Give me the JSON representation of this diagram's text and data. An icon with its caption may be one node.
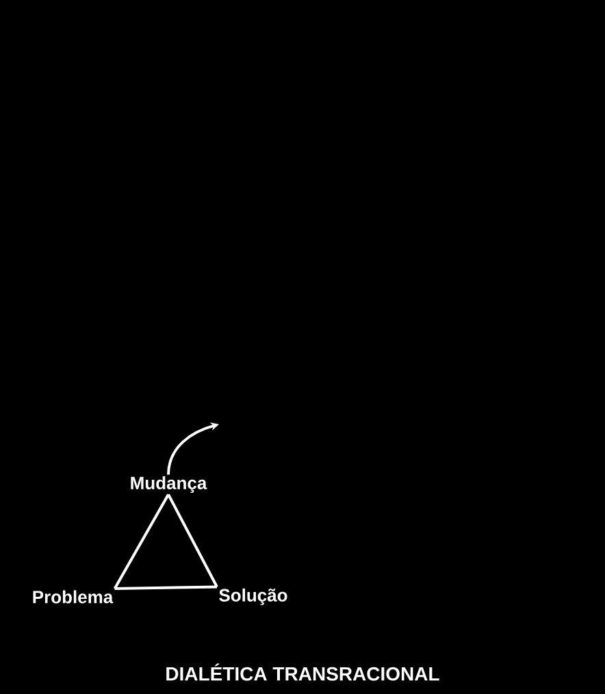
{
  "diagram": {
    "caption": "DIALÉTICA TRANSRACIONAL",
    "nodes": [
      {
        "text": [
          "Mudança"
        ]
      },
      {
        "text": [
          "Problema"
        ]
      },
      {
        "text": [
          "Solução"
        ]
      }
    ],
    "edges": [
      {
        "from": 0,
        "to": 1,
        "arrow": "none"
      },
      {
        "from": 1,
        "to": 2,
        "arrow": "none"
      },
      {
        "from": 2,
        "to": 0,
        "arrow": "none"
      },
      {
        "from": 0,
        "to": null,
        "arrow": "to"
      }
    ]
  }
}
